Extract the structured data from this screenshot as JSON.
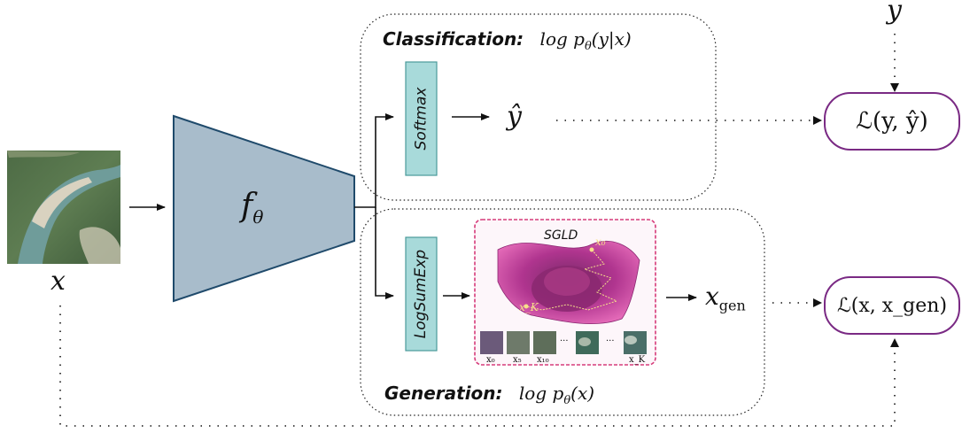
{
  "input": {
    "label": "x"
  },
  "encoder": {
    "label": "f",
    "subscript": "θ"
  },
  "classification": {
    "title": "Classification:",
    "formula": "log p",
    "formula_sub": "θ",
    "formula_arg": "(y|x)",
    "head_label": "Softmax",
    "output_label": "ŷ"
  },
  "generation": {
    "title": "Generation:",
    "formula": "log p",
    "formula_sub": "θ",
    "formula_arg": "(x)",
    "head_label": "LogSumExp",
    "sampler_title": "SGLD",
    "x0_label": "x₀",
    "xk_label": "x_K",
    "thumbnail_labels": [
      "x₀",
      "x₅",
      "x₁₀",
      "···",
      "···",
      "x_K"
    ],
    "output_label": "x",
    "output_sub": "gen"
  },
  "target": {
    "label": "y"
  },
  "losses": {
    "classification": "ℒ(y, ŷ)",
    "generation": "ℒ(x, x_gen)"
  },
  "colors": {
    "encoder_fill": "#a8bccb",
    "encoder_stroke": "#1f4a6b",
    "head_fill": "#a8dada",
    "head_stroke": "#4a9a9a",
    "loss_stroke": "#7a2a84",
    "sgld_border": "#d63b7a",
    "surface": "#b0358f"
  }
}
